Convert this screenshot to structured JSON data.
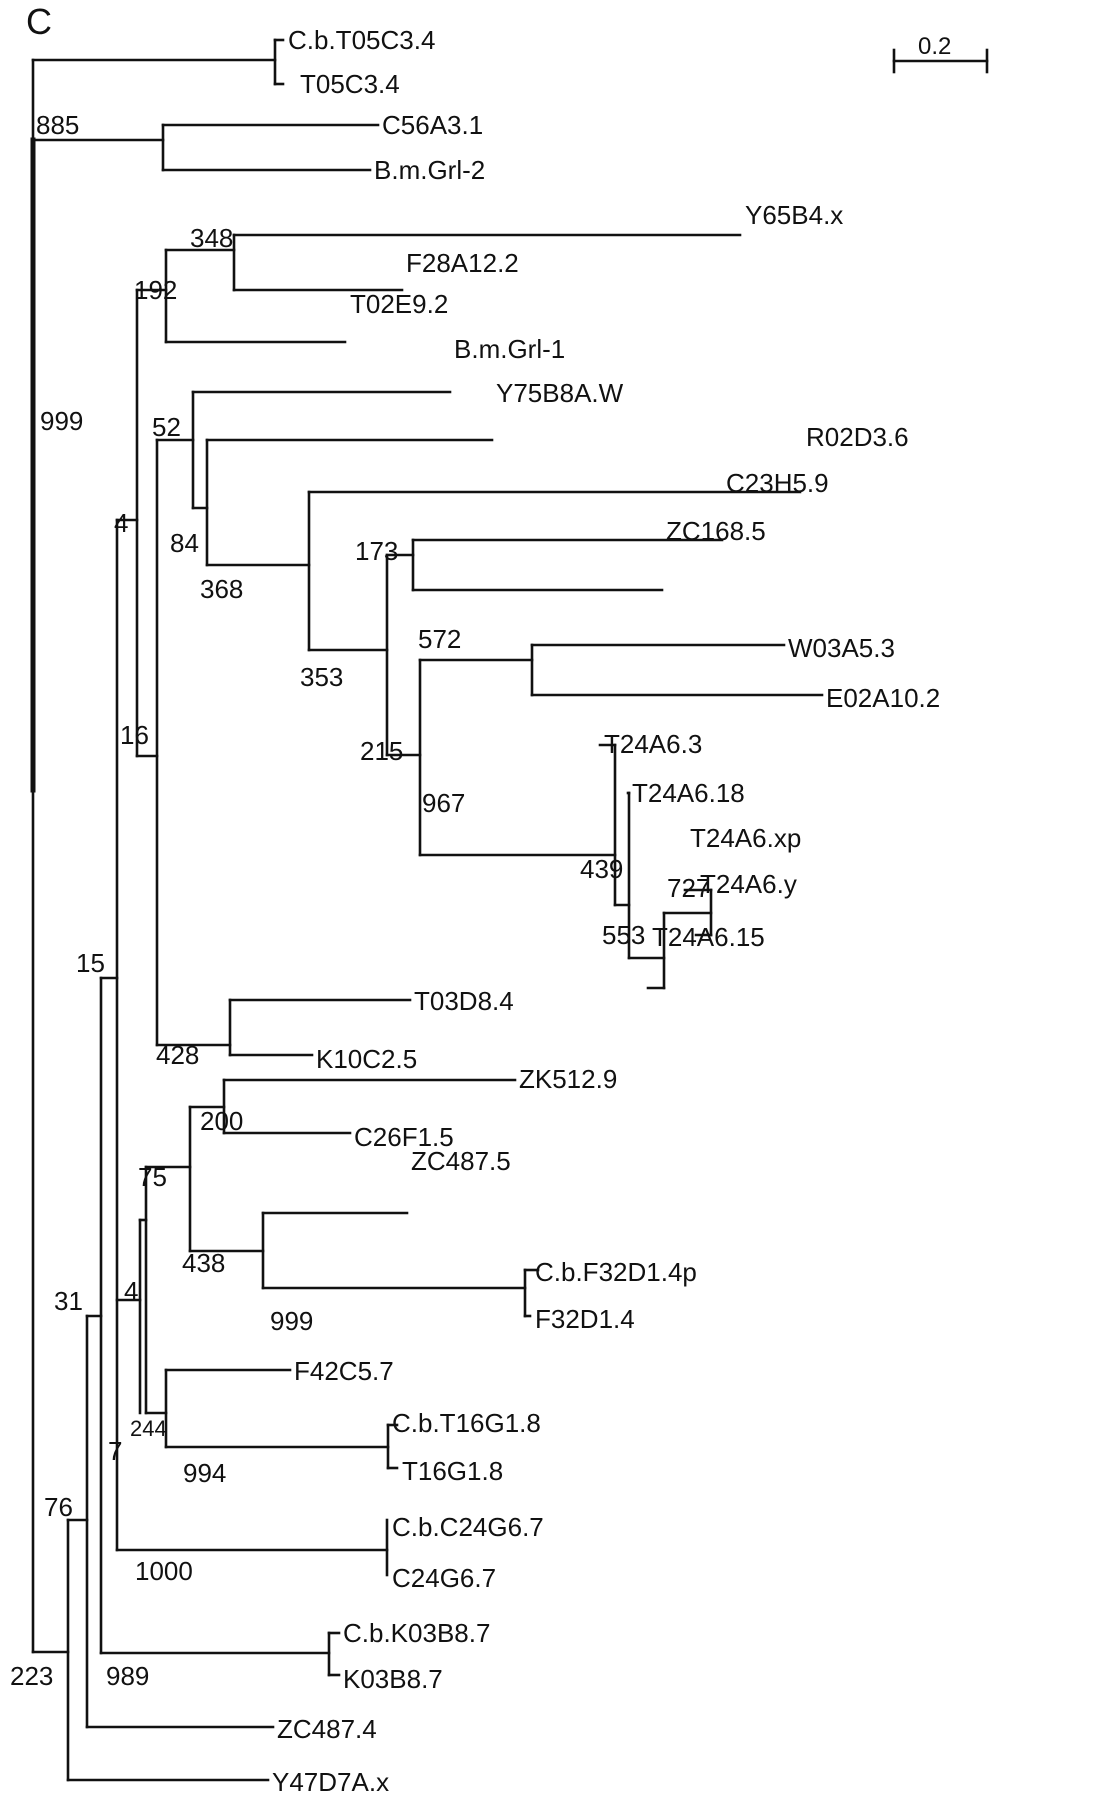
{
  "figure": {
    "panel_label": "C",
    "scale_bar": {
      "label": "0.2",
      "value": 0.2
    }
  },
  "leaves": [
    "C.b.T05C3.4",
    "T05C3.4",
    "C56A3.1",
    "B.m.Grl-2",
    "Y65B4.x",
    "F28A12.2",
    "T02E9.2",
    "B.m.Grl-1",
    "Y75B8A.W",
    "R02D3.6",
    "C23H5.9",
    "ZC168.5",
    "W03A5.3",
    "E02A10.2",
    "T24A6.3",
    "T24A6.18",
    "T24A6.xp",
    "T24A6.y",
    "T24A6.15",
    "T03D8.4",
    "K10C2.5",
    "ZK512.9",
    "C26F1.5",
    "ZC487.5",
    "C.b.F32D1.4p",
    "F32D1.4",
    "F42C5.7",
    "C.b.T16G1.8",
    "T16G1.8",
    "C.b.C24G6.7",
    "C24G6.7",
    "C.b.K03B8.7",
    "K03B8.7",
    "ZC487.4",
    "Y47D7A.x"
  ],
  "bootstrap": [
    "885",
    "999",
    "348",
    "192",
    "52",
    "4",
    "84",
    "368",
    "173",
    "353",
    "572",
    "215",
    "16",
    "967",
    "439",
    "727",
    "553",
    "15",
    "428",
    "200",
    "75",
    "438",
    "31",
    "4",
    "999",
    "244",
    "7",
    "994",
    "76",
    "1000",
    "223",
    "989"
  ]
}
